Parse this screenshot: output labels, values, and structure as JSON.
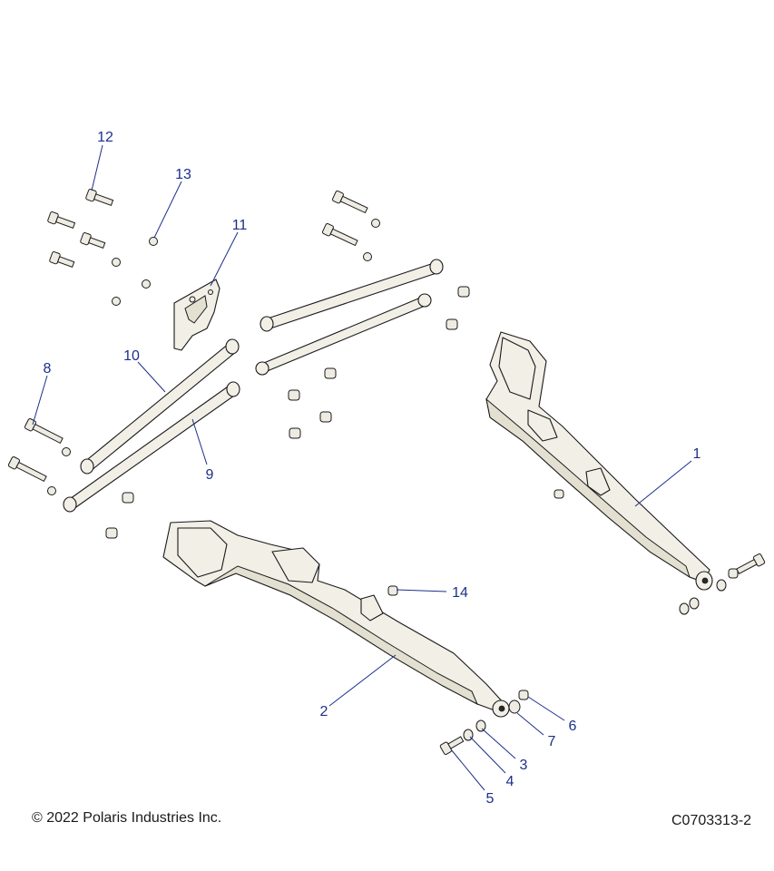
{
  "callouts": {
    "c1": "1",
    "c2": "2",
    "c3": "3",
    "c4": "4",
    "c5": "5",
    "c6": "6",
    "c7": "7",
    "c8": "8",
    "c9": "9",
    "c10": "10",
    "c11": "11",
    "c12": "12",
    "c13": "13",
    "c14": "14"
  },
  "footer": {
    "copyright": "© 2022 Polaris Industries Inc.",
    "drawing_id": "C0703313-2"
  }
}
